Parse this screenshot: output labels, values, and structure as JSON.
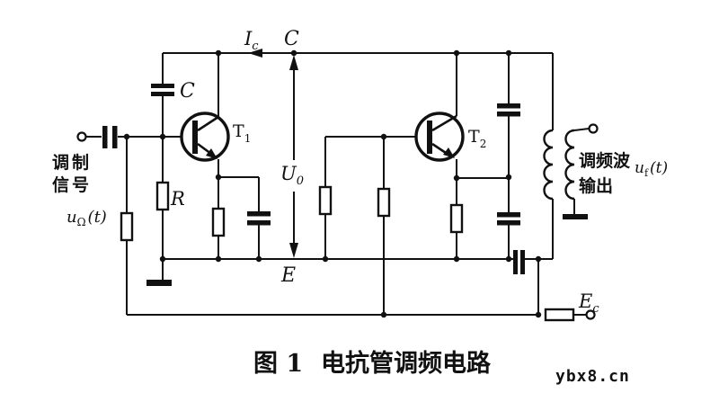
{
  "figure": {
    "caption_number": "图 1",
    "caption_title": "电抗管调频电路",
    "watermark": "ybx8.cn"
  },
  "annotations": {
    "collector_current": {
      "main": "I",
      "sub": "c"
    },
    "collector_node": "C",
    "capacitor_c": "C",
    "resistor_r": "R",
    "transistor_t1": {
      "main": "T",
      "sub": "1"
    },
    "transistor_t2": {
      "main": "T",
      "sub": "2"
    },
    "voltage_u0": {
      "main": "U",
      "sub": "0"
    },
    "emitter_node": "E",
    "supply_ec": {
      "main": "E",
      "sub": "c"
    },
    "input": {
      "line1": "调制",
      "line2": "信号",
      "sig_main": "u",
      "sig_sub": "Ω",
      "sig_paren": "(t)"
    },
    "output": {
      "line1": "调频波",
      "line2": "输出",
      "sig_main": "u",
      "sig_sub": "f",
      "sig_paren": "(t)"
    }
  },
  "colors": {
    "line": "#111111",
    "background": "#ffffff",
    "watermark": "#54545c"
  }
}
